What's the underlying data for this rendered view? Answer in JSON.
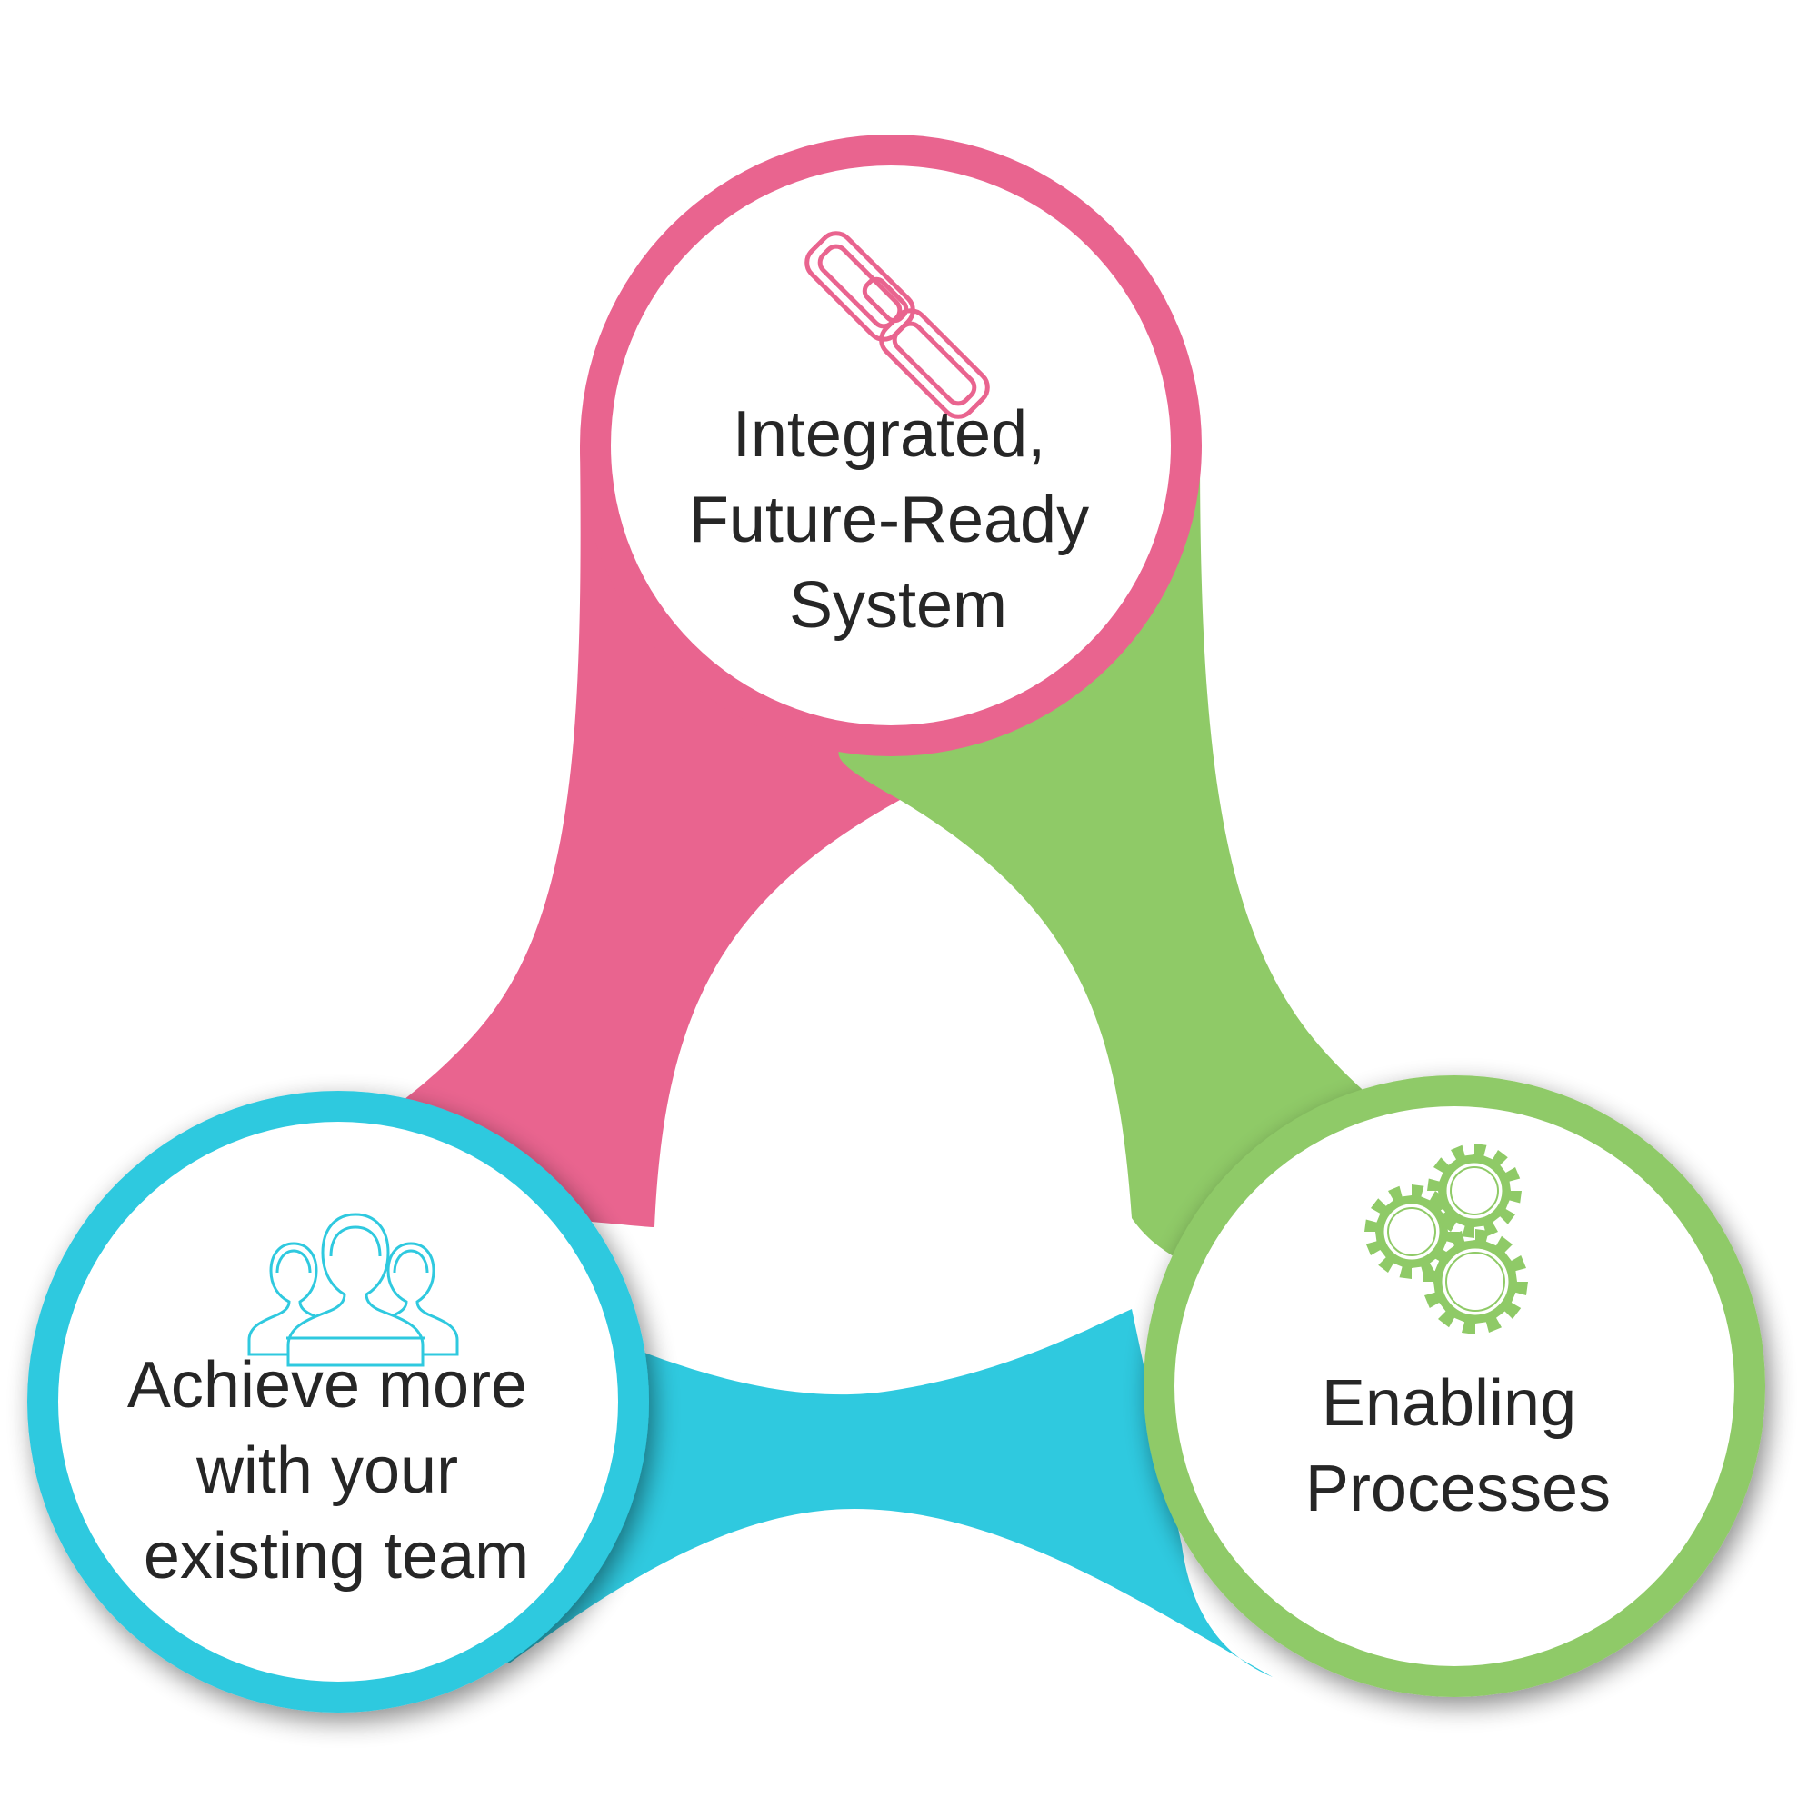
{
  "diagram": {
    "colors": {
      "pink": "#E9648F",
      "green": "#8FCA67",
      "cyan": "#2FC9DF",
      "text": "#262626"
    },
    "nodes": [
      {
        "id": "top",
        "icon": "chain-link-icon",
        "color": "#E9648F",
        "lines": [
          "Integrated,",
          "Future-Ready",
          "System"
        ]
      },
      {
        "id": "right",
        "icon": "gears-icon",
        "color": "#8FCA67",
        "lines": [
          "Enabling",
          "Processes"
        ]
      },
      {
        "id": "left",
        "icon": "team-icon",
        "color": "#2FC9DF",
        "lines": [
          "Achieve more",
          "with your",
          "existing team"
        ]
      }
    ]
  }
}
